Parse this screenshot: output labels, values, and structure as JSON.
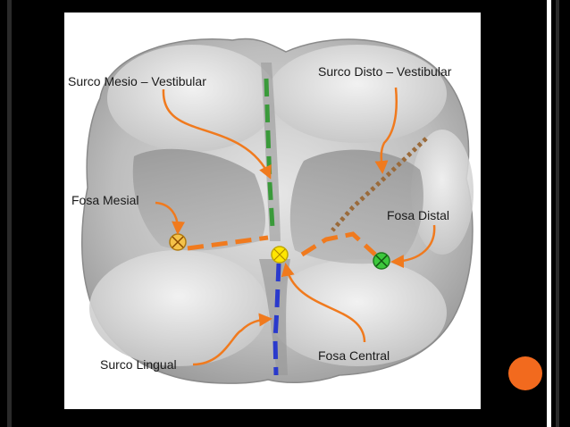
{
  "labels": {
    "surco_mesio_vestibular": "Surco Mesio – Vestibular",
    "surco_disto_vestibular": "Surco Disto – Vestibular",
    "fosa_mesial": "Fosa Mesial",
    "fosa_distal": "Fosa Distal",
    "surco_lingual": "Surco Lingual",
    "fosa_central": "Fosa Central"
  },
  "colors": {
    "background": "#000000",
    "panel": "#ffffff",
    "arrow_orange": "#f07a1e",
    "groove_green": "#3a9a3a",
    "groove_blue": "#2a3acc",
    "groove_brown": "#9a6a3a",
    "fossa_mesial_marker": "#f4c24a",
    "fossa_central_marker": "#ffe600",
    "fossa_distal_marker": "#3cc83c",
    "corner_circle": "#f26a1e"
  }
}
